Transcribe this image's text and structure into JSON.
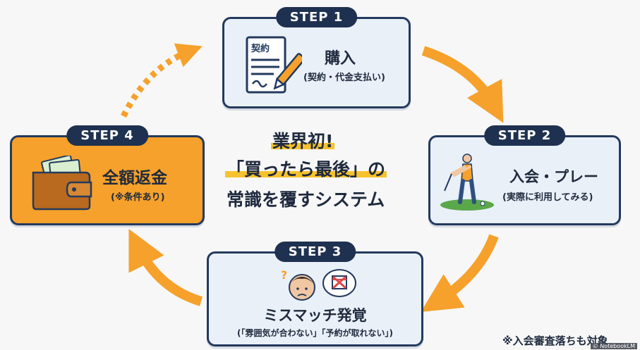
{
  "steps": {
    "step1": {
      "badge": "STEP 1",
      "title": "購入",
      "sub": "(契約・代金支払い)",
      "doc_label": "契約"
    },
    "step2": {
      "badge": "STEP 2",
      "title": "入会・プレー",
      "sub": "(実際に利用してみる)"
    },
    "step3": {
      "badge": "STEP 3",
      "title": "ミスマッチ発覚",
      "sub": "(「雰囲気が合わない」「予約が取れない」)",
      "question_mark": "?"
    },
    "step4": {
      "badge": "STEP 4",
      "title": "全額返金",
      "sub": "(※条件あり)"
    }
  },
  "center": {
    "line1": "業界初!",
    "line2": "「買ったら最後」の",
    "line3": "常識を覆すシステム"
  },
  "footnote": "※入会審査落ちも対象",
  "watermark": "© NotebookLM",
  "colors": {
    "accent": "#f6a12b",
    "navy": "#1f3150",
    "card_bg": "#e9f0f8",
    "highlight": "#f6c22d"
  },
  "icons": [
    "contract-pen-icon",
    "golfer-icon",
    "confused-person-icon",
    "no-booking-icon",
    "wallet-money-icon"
  ]
}
